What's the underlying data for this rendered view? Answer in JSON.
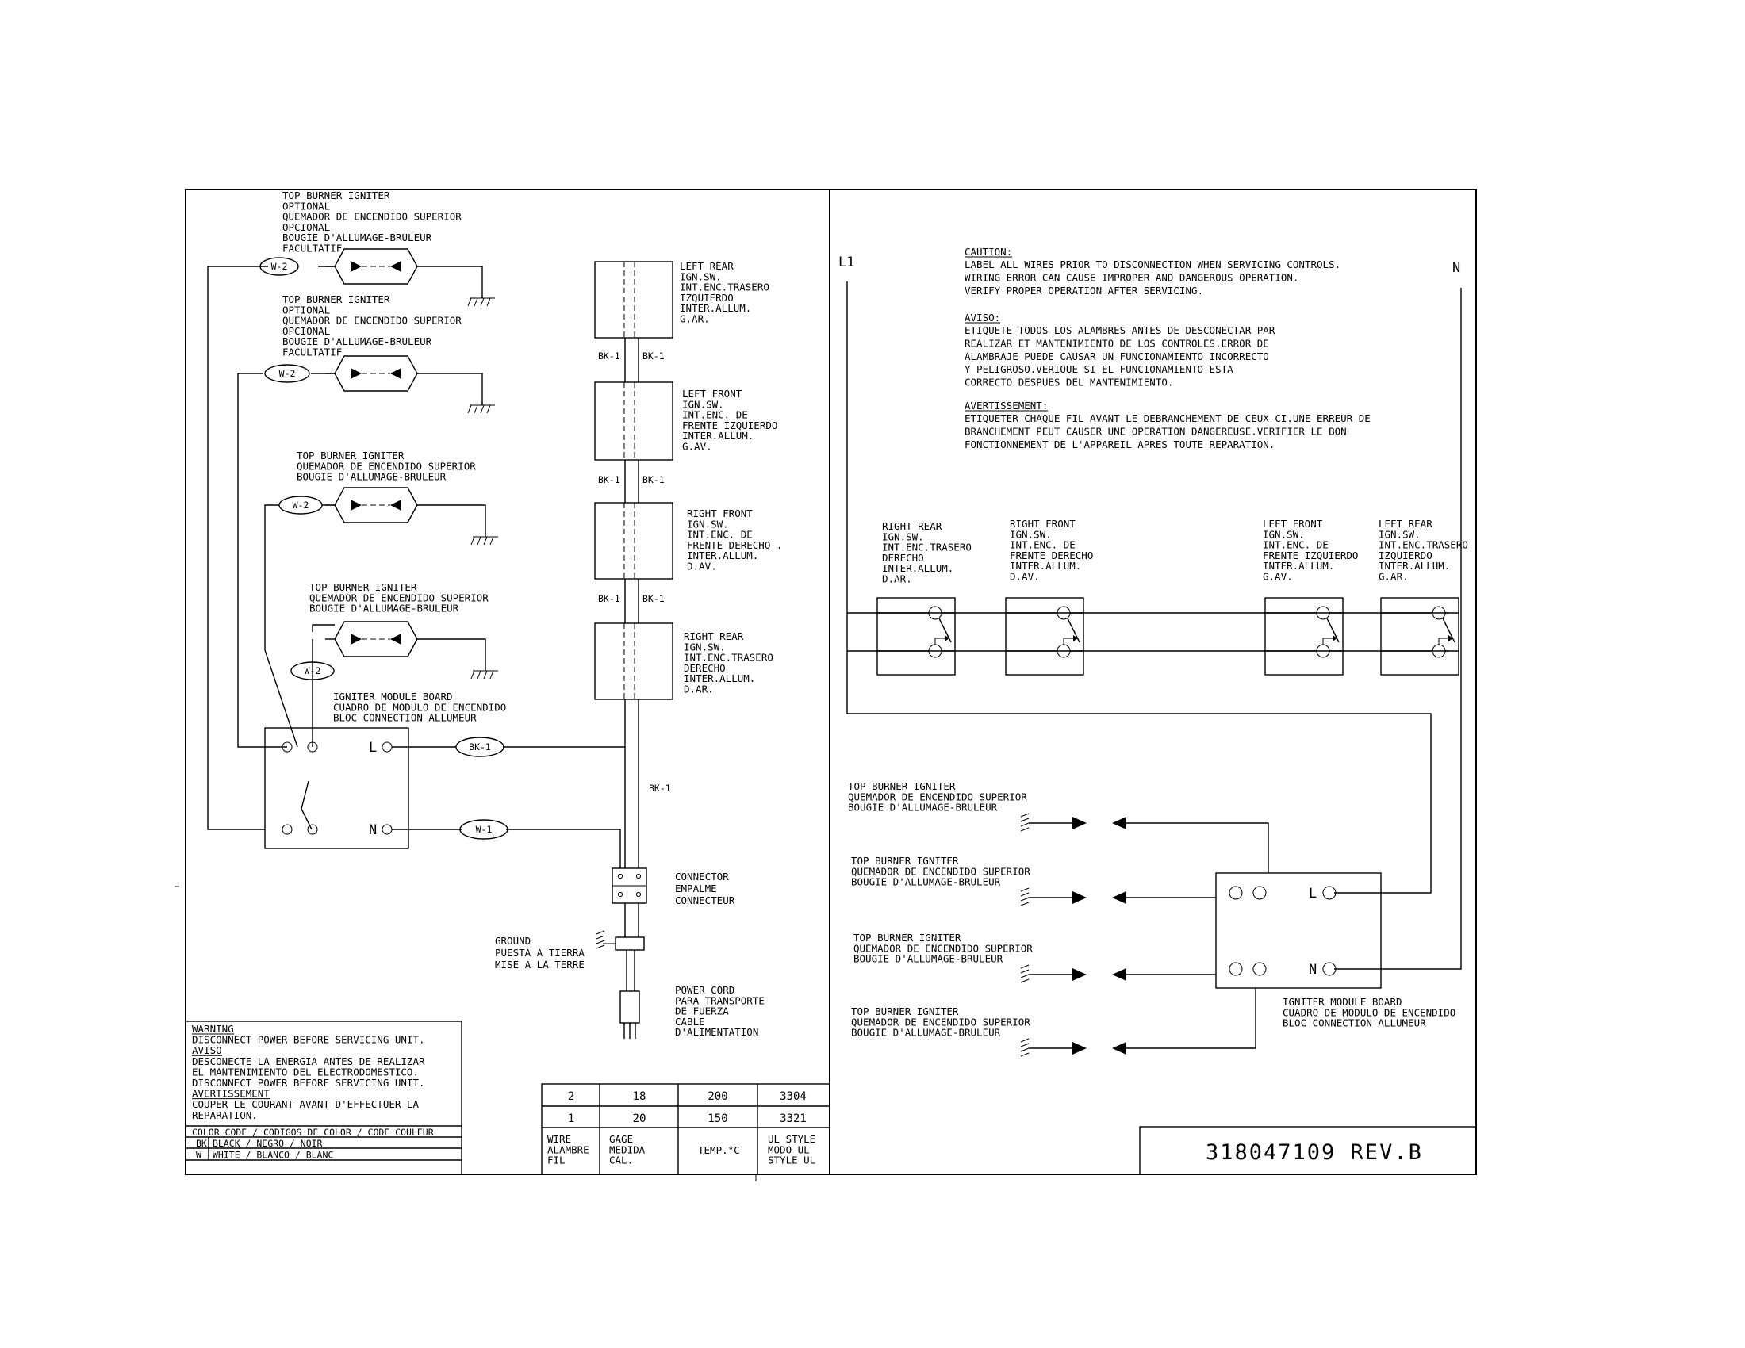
{
  "igniter_option": [
    "TOP BURNER IGNITER",
    "OPTIONAL",
    "QUEMADOR DE ENCENDIDO SUPERIOR",
    "OPCIONAL",
    "BOUGIE D'ALLUMAGE-BRULEUR",
    "FACULTATIF"
  ],
  "igniter_std": [
    "TOP BURNER IGNITER",
    "QUEMADOR DE ENCENDIDO SUPERIOR",
    "BOUGIE D'ALLUMAGE-BRULEUR"
  ],
  "module_board": [
    "IGNITER MODULE BOARD",
    "CUADRO DE MODULO DE ENCENDIDO",
    "BLOC CONNECTION ALLUMEUR"
  ],
  "switches": {
    "left_rear": [
      "LEFT REAR",
      "IGN.SW.",
      "INT.ENC.TRASERO",
      "IZQUIERDO",
      "INTER.ALLUM.",
      "G.AR."
    ],
    "left_front": [
      "LEFT FRONT",
      "IGN.SW.",
      "INT.ENC. DE",
      "FRENTE IZQUIERDO",
      "INTER.ALLUM.",
      "G.AV."
    ],
    "right_front": [
      "RIGHT FRONT",
      "IGN.SW.",
      "INT.ENC. DE",
      "FRENTE DERECHO .",
      "INTER.ALLUM.",
      "D.AV."
    ],
    "right_rear": [
      "RIGHT REAR",
      "IGN.SW.",
      "INT.ENC.TRASERO",
      "DERECHO",
      "INTER.ALLUM.",
      "D.AR."
    ]
  },
  "switches_right": {
    "right_rear": [
      "RIGHT REAR",
      "IGN.SW.",
      "INT.ENC.TRASERO",
      "DERECHO",
      "INTER.ALLUM.",
      "D.AR."
    ],
    "right_front": [
      "RIGHT FRONT",
      "IGN.SW.",
      "INT.ENC. DE",
      "FRENTE DERECHO",
      "INTER.ALLUM.",
      "D.AV."
    ],
    "left_front": [
      "LEFT FRONT",
      "IGN.SW.",
      "INT.ENC. DE",
      "FRENTE IZQUIERDO",
      "INTER.ALLUM.",
      "G.AV."
    ],
    "left_rear": [
      "LEFT REAR",
      "IGN.SW.",
      "INT.ENC.TRASERO",
      "IZQUIERDO",
      "INTER.ALLUM.",
      "G.AR."
    ]
  },
  "wire_labels": {
    "bk1": "BK-1",
    "w1": "W-1",
    "w2": "W-2"
  },
  "terminals": {
    "l": "L",
    "n": "N",
    "l1": "L1"
  },
  "connector": [
    "CONNECTOR",
    "EMPALME",
    "CONNECTEUR"
  ],
  "ground": [
    "GROUND",
    "PUESTA A TIERRA",
    "MISE A LA TERRE"
  ],
  "power_cord": [
    "POWER CORD",
    "PARA TRANSPORTE",
    "DE FUERZA",
    "CABLE",
    "D'ALIMENTATION"
  ],
  "warning_box": [
    {
      "text": "WARNING",
      "u": true
    },
    {
      "text": "DISCONNECT POWER BEFORE SERVICING UNIT.",
      "u": false
    },
    {
      "text": "AVISO",
      "u": true
    },
    {
      "text": "DESCONECTE LA ENERGIA ANTES DE REALIZAR",
      "u": false
    },
    {
      "text": "EL MANTENIMIENTO DEL ELECTRODOMESTICO.",
      "u": false
    },
    {
      "text": "DISCONNECT POWER BEFORE SERVICING UNIT.",
      "u": false
    },
    {
      "text": "AVERTISSEMENT",
      "u": true
    },
    {
      "text": "COUPER LE COURANT AVANT D'EFFECTUER LA",
      "u": false
    },
    {
      "text": "REPARATION.",
      "u": false
    }
  ],
  "color_code": {
    "title": "COLOR CODE / CODIGOS DE COLOR / CODE COULEUR",
    "rows": [
      {
        "code": "BK",
        "desc": "BLACK /  NEGRO / NOIR"
      },
      {
        "code": "W",
        "desc": "WHITE / BLANCO / BLANC"
      }
    ]
  },
  "wire_table": {
    "rows": [
      [
        "2",
        "18",
        "200",
        "3304"
      ],
      [
        "1",
        "20",
        "150",
        "3321"
      ]
    ],
    "headers": [
      [
        "WIRE",
        "ALAMBRE",
        "FIL"
      ],
      [
        "GAGE",
        "MEDIDA",
        "CAL."
      ],
      [
        "TEMP.°C"
      ],
      [
        "UL STYLE",
        "MODO UL",
        "STYLE UL"
      ]
    ]
  },
  "caution": {
    "title": "CAUTION:",
    "lines": [
      "LABEL ALL WIRES PRIOR TO DISCONNECTION WHEN SERVICING CONTROLS.",
      "WIRING ERROR CAN CAUSE IMPROPER AND DANGEROUS OPERATION.",
      "VERIFY PROPER OPERATION AFTER SERVICING."
    ]
  },
  "aviso": {
    "title": "AVISO:",
    "lines": [
      "ETIQUETE TODOS LOS ALAMBRES ANTES DE DESCONECTAR PAR",
      "REALIZAR ET MANTENIMIENTO DE LOS CONTROLES.ERROR DE",
      "ALAMBRAJE PUEDE CAUSAR UN FUNCIONAMIENTO INCORRECTO",
      "Y PELIGROSO.VERIQUE SI EL FUNCIONAMIENTO ESTA",
      "CORRECTO DESPUES DEL MANTENIMIENTO."
    ]
  },
  "avertissement": {
    "title": "AVERTISSEMENT:",
    "lines": [
      "ETIQUETER CHAQUE FIL AVANT LE DEBRANCHEMENT DE CEUX-CI.UNE ERREUR DE",
      "BRANCHEMENT PEUT CAUSER UNE OPERATION DANGEREUSE.VERIFIER LE BON",
      "FONCTIONNEMENT DE L'APPAREIL APRES TOUTE REPARATION."
    ]
  },
  "part_number": "318047109 REV.B"
}
